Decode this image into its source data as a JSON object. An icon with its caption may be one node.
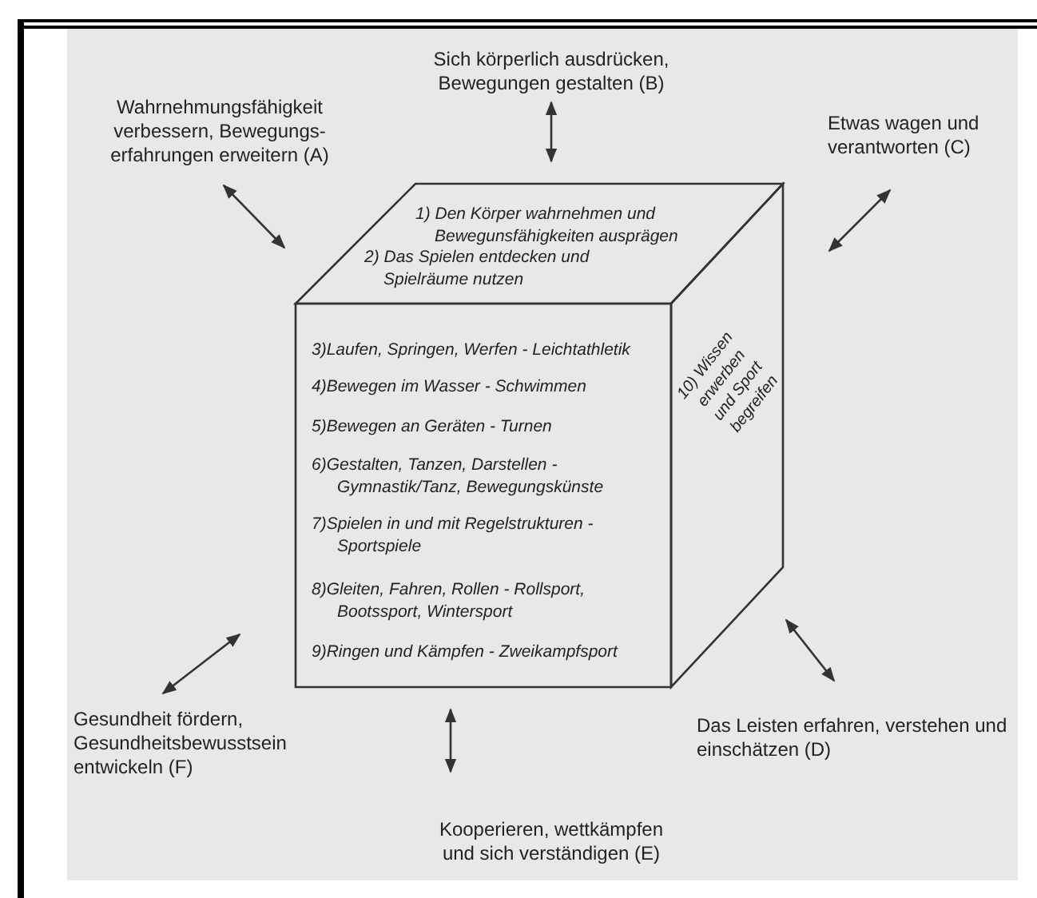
{
  "diagram": {
    "nodes": [
      {
        "text": [
          "Sich körperlich ausdrücken, Bewegungen gestalten (B)"
        ]
      },
      {
        "text": [
          "Wahrnehmungsfähigkeit verbessern, Bewegungs-erfahrungen erweitern (A)"
        ]
      },
      {
        "text": [
          "Etwas wagen und verantworten (C)"
        ]
      },
      {
        "text": [
          "1) Den Körper wahrnehmen und Bewegunsfähigkeiten ausprägen",
          "2) Das Spielen entdecken und Spielräume nutzen"
        ]
      },
      {
        "text": [
          "3)Laufen, Springen, Werfen - Leichtathletik",
          "4)Bewegen im Wasser - Schwimmen",
          "5)Bewegen an Geräten - Turnen",
          "6)Gestalten, Tanzen, Darstellen - Gymnastik/Tanz, Bewegungskünste",
          "7)Spielen in und mit Regelstrukturen - Sportspiele",
          "8)Gleiten, Fahren, Rollen - Rollsport, Bootssport, Wintersport",
          "9)Ringen und Kämpfen - Zweikampfsport"
        ]
      },
      {
        "text": [
          "10) Wissen erwerben und Sport begreifen"
        ]
      },
      {
        "text": [
          "Gesundheit fördern, Gesundheitsbewusstsein entwickeln (F)"
        ]
      },
      {
        "text": [
          "Das Leisten erfahren, verstehen und einschätzen (D)"
        ]
      },
      {
        "text": [
          "Kooperieren, wettkämpfen und sich verständigen (E)"
        ]
      }
    ],
    "edges": [
      {
        "from": 0,
        "to": 3,
        "arrow": "both"
      },
      {
        "from": 1,
        "to": 3,
        "arrow": "both"
      },
      {
        "from": 2,
        "to": 5,
        "arrow": "both"
      },
      {
        "from": 6,
        "to": 4,
        "arrow": "both"
      },
      {
        "from": 7,
        "to": 5,
        "arrow": "both"
      },
      {
        "from": 8,
        "to": 4,
        "arrow": "both"
      }
    ]
  }
}
